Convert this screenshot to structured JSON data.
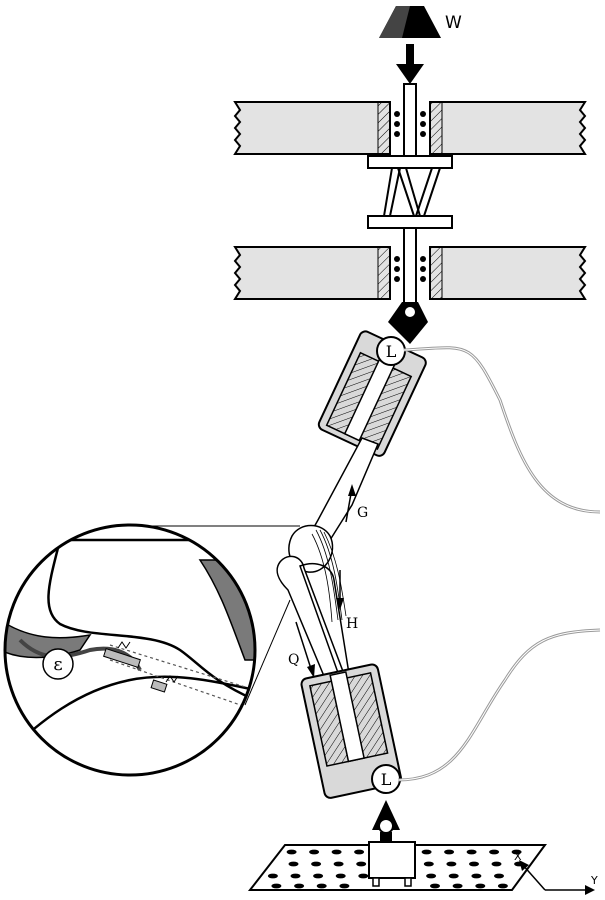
{
  "labels": {
    "weight": "W",
    "load_cell_top": "L",
    "load_cell_bottom": "L",
    "force_g": "G",
    "force_h": "H",
    "force_q": "Q",
    "strain": "ε",
    "axis_x": "X",
    "axis_y": "Y"
  },
  "colors": {
    "ink": "#000000",
    "plate_fill": "#e3e3e3",
    "holder_fill": "#d9d9d9",
    "cable": "#9a9a9a",
    "inset_dark": "#7a7a7a"
  }
}
